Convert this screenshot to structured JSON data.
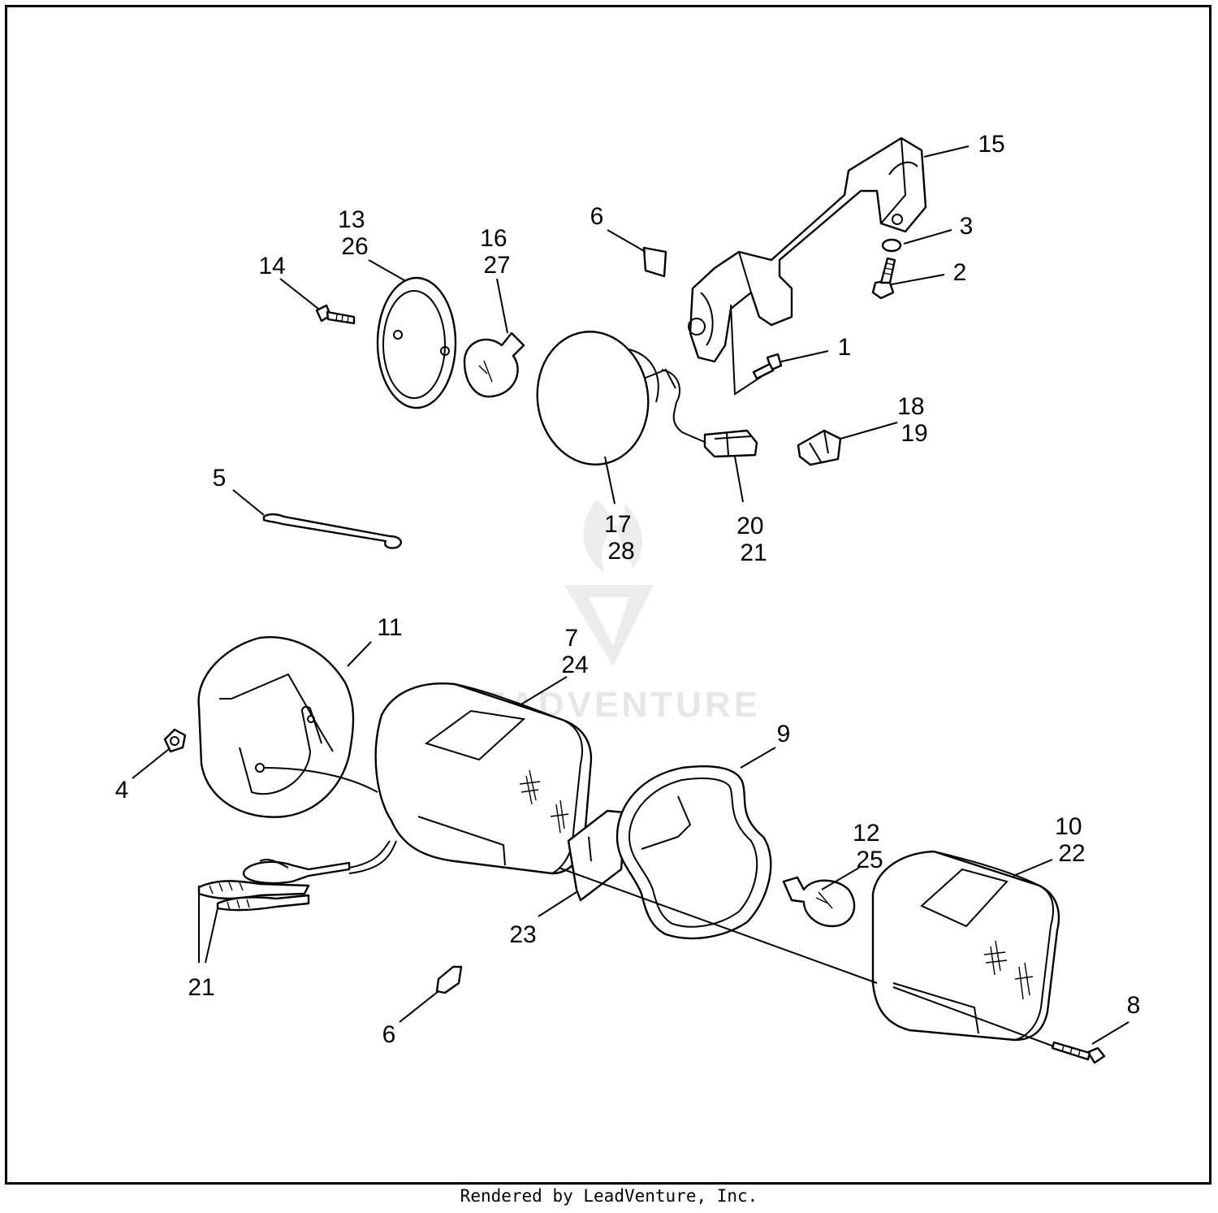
{
  "watermark": {
    "text": "LEADVENTURE",
    "color": "#e6e6e6"
  },
  "callouts": [
    {
      "id": "c1",
      "lines": [
        "1"
      ]
    },
    {
      "id": "c2",
      "lines": [
        "2"
      ]
    },
    {
      "id": "c3",
      "lines": [
        "3"
      ]
    },
    {
      "id": "c4",
      "lines": [
        "4"
      ]
    },
    {
      "id": "c5",
      "lines": [
        "5"
      ]
    },
    {
      "id": "c6a",
      "lines": [
        "6"
      ]
    },
    {
      "id": "c6b",
      "lines": [
        "6"
      ]
    },
    {
      "id": "c7",
      "lines": [
        "7",
        "24"
      ]
    },
    {
      "id": "c8",
      "lines": [
        "8"
      ]
    },
    {
      "id": "c9",
      "lines": [
        "9"
      ]
    },
    {
      "id": "c10",
      "lines": [
        "10",
        "22"
      ]
    },
    {
      "id": "c11",
      "lines": [
        "11"
      ]
    },
    {
      "id": "c12",
      "lines": [
        "12",
        "25"
      ]
    },
    {
      "id": "c13",
      "lines": [
        "13",
        "26"
      ]
    },
    {
      "id": "c14",
      "lines": [
        "14"
      ]
    },
    {
      "id": "c15",
      "lines": [
        "15"
      ]
    },
    {
      "id": "c16",
      "lines": [
        "16",
        "27"
      ]
    },
    {
      "id": "c17",
      "lines": [
        "17",
        "28"
      ]
    },
    {
      "id": "c18",
      "lines": [
        "18",
        "19"
      ]
    },
    {
      "id": "c20",
      "lines": [
        "20",
        "21"
      ]
    },
    {
      "id": "c21",
      "lines": [
        "21"
      ]
    },
    {
      "id": "c23",
      "lines": [
        "23"
      ]
    }
  ],
  "footer": {
    "text": "Rendered by LeadVenture, Inc."
  }
}
